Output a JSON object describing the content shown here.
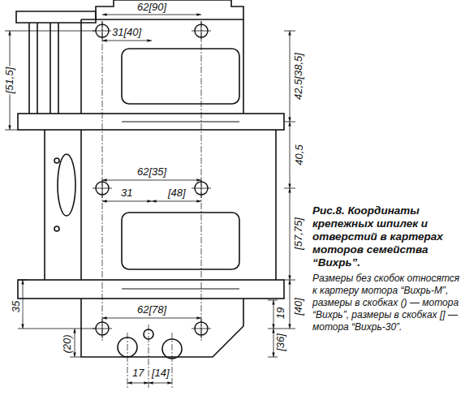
{
  "diagram": {
    "caption": "Рис.8. Координаты крепежных шпилек и отверстий в картерах моторов семейства “Вихрь”.",
    "labels": [
      "62[90]",
      "31[40]",
      "[51,5]",
      "42,5[38,5]",
      "40,5",
      "62[35]",
      "31",
      "[48]",
      "[57,75]",
      "35",
      "19",
      "[40]",
      "62[78]",
      "[36]",
      "(20)",
      "17",
      "[14]",
      "Размеры без скобок относятся к картеру мотора “Вихрь-М”, размеры в скобках () — мотора “Вихрь”, размеры в скобках [] — мотора “Вихрь-30”."
    ]
  }
}
